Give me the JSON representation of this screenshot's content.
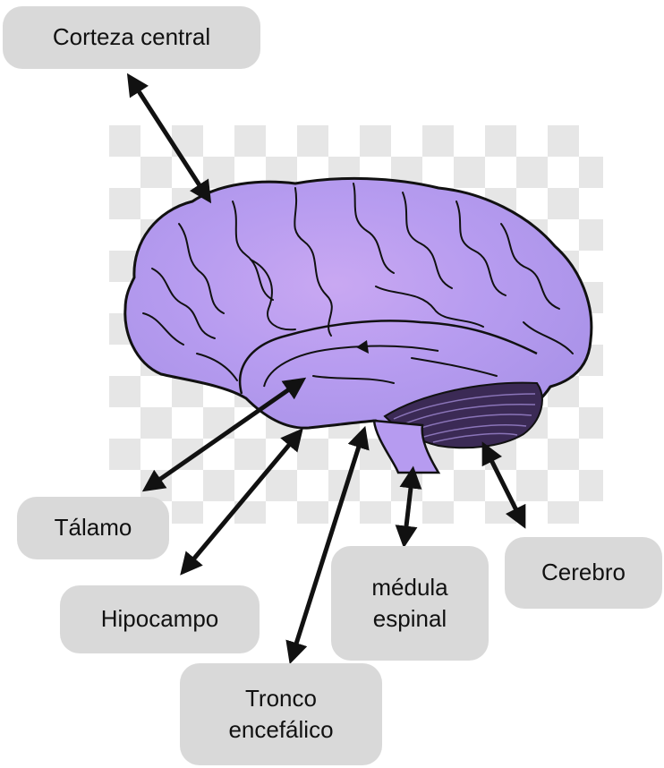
{
  "labels": {
    "corteza_central": "Corteza central",
    "talamo": "Tálamo",
    "hipocampo": "Hipocampo",
    "tronco_line1": "Tronco",
    "tronco_line2": "encefálico",
    "medula_line1": "médula",
    "medula_line2": "espinal",
    "cerebro": "Cerebro"
  },
  "colors": {
    "label_bg": "#d9d9d9",
    "brain_fill": "#b69bf0",
    "brain_pink": "#e8a6e0",
    "brain_blue": "#9fb0ee",
    "outline": "#111111",
    "checker": "#e6e6e6"
  }
}
